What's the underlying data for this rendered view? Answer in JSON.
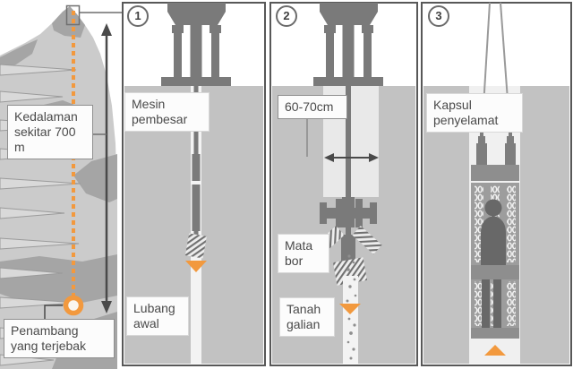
{
  "left_panel": {
    "depth_label": "Kedalaman sekitar 700 m",
    "trapped_label": "Penambang yang terjebak"
  },
  "step1": {
    "number": "1",
    "machine_label": "Mesin pembesar",
    "hole_label": "Lubang awal"
  },
  "step2": {
    "number": "2",
    "diameter_label": "60-70cm",
    "drill_bit_label": "Mata bor",
    "soil_label": "Tanah galian"
  },
  "step3": {
    "number": "3",
    "capsule_label": "Kapsul penyelamat"
  },
  "colors": {
    "accent_orange": "#F2993E",
    "machine_gray": "#7A7A7A",
    "ground_gray": "#C2C2C2",
    "text_gray": "#4A4A4A"
  }
}
